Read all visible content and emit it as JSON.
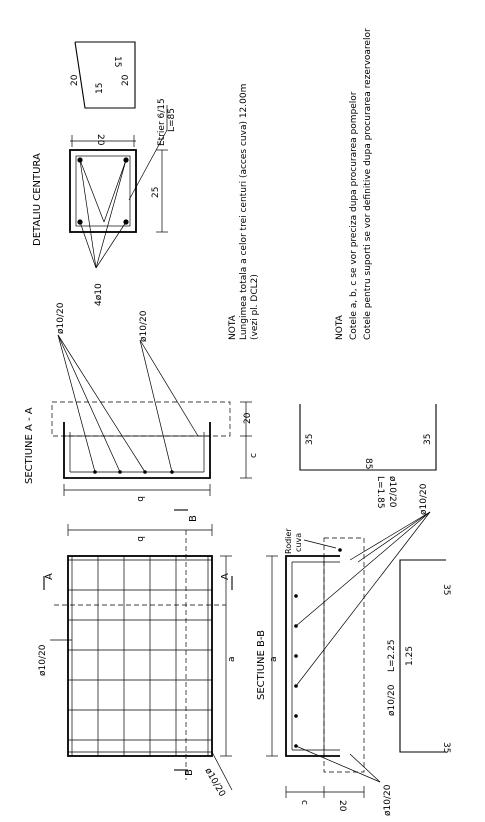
{
  "title_detail": "DETALIU CENTURA",
  "title_section_aa": "SECTIUNE A - A",
  "title_section_bb": "SECTIUNE B-B",
  "nota1": {
    "heading": "NOTA",
    "line1": "Lungimea totala a celor trei centuri (acces cuva) 12.00m",
    "line2": "(vezi pl. DCL2)"
  },
  "nota2": {
    "heading": "NOTA",
    "line1": "Cotele a, b, c se vor preciza dupa procurarea pompelor",
    "line2": "Cotele pentru suporti se vor definitive dupa procurarea rezervoarelor"
  },
  "detail": {
    "stirrup_label": "Etrier 6/15",
    "stirrup_length": "L=85",
    "bars_label": "4ø10",
    "dim_width": "20",
    "dim_height": "25",
    "shape_20a": "20",
    "shape_20b": "20",
    "shape_15a": "15",
    "shape_15b": "15"
  },
  "section_aa": {
    "bar_label_1": "ø10/20",
    "bar_label_2": "ø10/20",
    "dim_b": "b",
    "dim_c": "c",
    "dim_20": "20"
  },
  "plan": {
    "bar_label_left": "ø10/20",
    "bar_label_right": "ø10/20",
    "mark_a_top": "A",
    "mark_a_bottom": "A",
    "mark_b_left": "B",
    "mark_b_right": "B",
    "dim_a": "a",
    "dim_b": "b"
  },
  "shape_aa": {
    "label": "ø10/20",
    "length": "L=1.85",
    "dim_85": "85",
    "dim_35a": "35",
    "dim_35b": "35"
  },
  "section_bb": {
    "roofer_label_1": "Rodier",
    "roofer_label_2": "cuva",
    "bar_label_top": "ø10/20",
    "bar_label_bottom": "ø10/20",
    "dim_a": "a",
    "dim_c": "c",
    "dim_20": "20"
  },
  "shape_bb": {
    "label": "ø10/20",
    "length": "L=2.25",
    "dim_125": "1.25",
    "dim_35a": "35",
    "dim_35b": "35"
  }
}
